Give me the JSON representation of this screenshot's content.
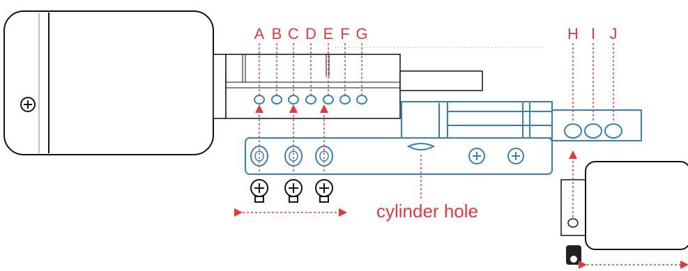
{
  "diagram": {
    "cylinder_label": "cylinder hole",
    "left_hole_labels": [
      "A",
      "B",
      "C",
      "D",
      "E",
      "F",
      "G"
    ],
    "right_hole_labels": [
      "H",
      "I",
      "J"
    ],
    "colors": {
      "annotation": "#e23a3a",
      "bracket": "#2f7fc1",
      "outline": "#111111"
    }
  }
}
